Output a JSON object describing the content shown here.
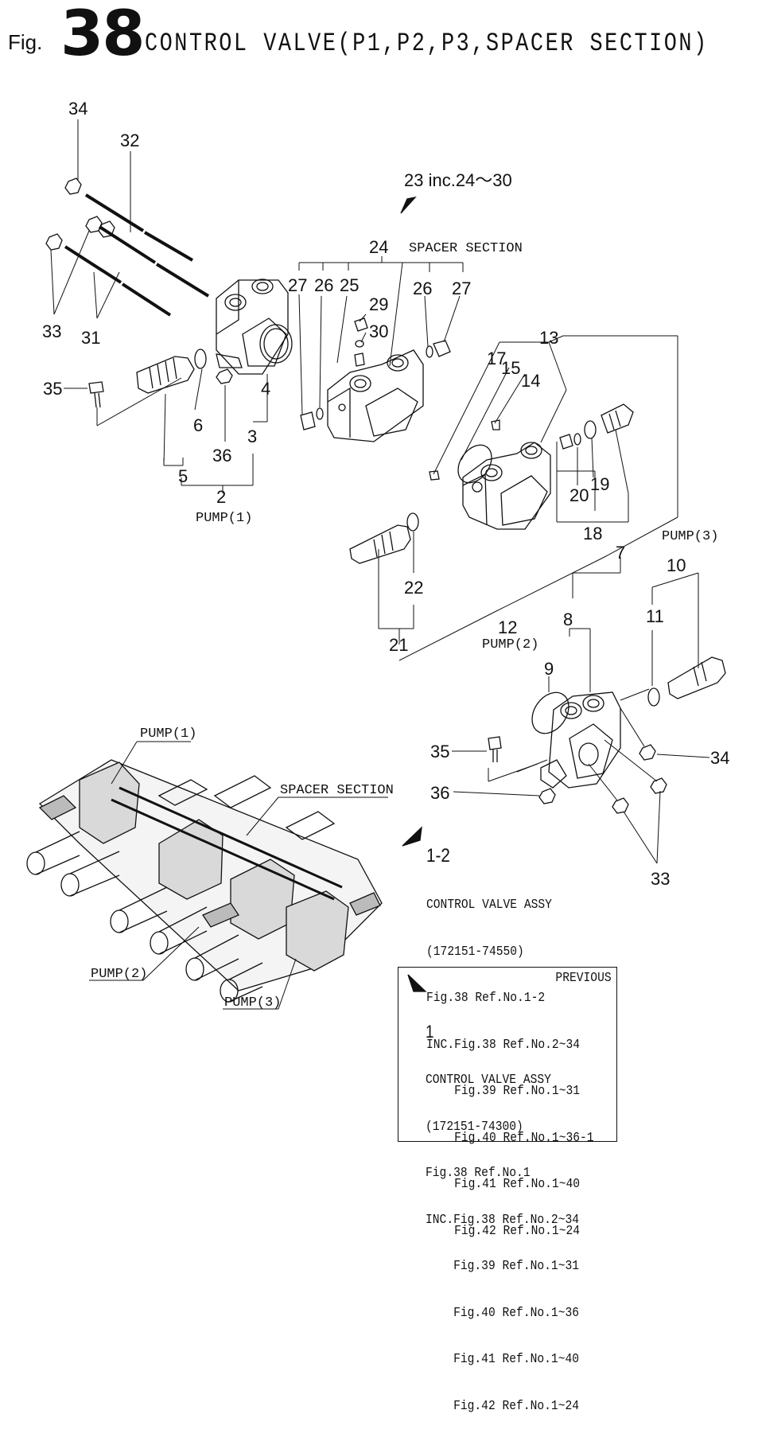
{
  "header": {
    "fig_prefix": "Fig.",
    "fig_number": "38",
    "title": "CONTROL VALVE(P1,P2,P3,SPACER SECTION)"
  },
  "callouts": {
    "n34a": "34",
    "n32": "32",
    "n33a": "33",
    "n31": "31",
    "n35a": "35",
    "n6": "6",
    "n4": "4",
    "n3": "3",
    "n36a": "36",
    "n5": "5",
    "n2": "2",
    "pump1_label": "PUMP(1)",
    "n23": "23 inc.24～30",
    "n24": "24",
    "spacer_section_label": "SPACER SECTION",
    "n27a": "27",
    "n26a": "26",
    "n25": "25",
    "n29": "29",
    "n30": "30",
    "n26b": "26",
    "n27b": "27",
    "n13": "13",
    "n17": "17",
    "n15": "15",
    "n14": "14",
    "n20": "20",
    "n19": "19",
    "n18": "18",
    "pump3_label": "PUMP(3)",
    "n7": "7",
    "n10": "10",
    "n22": "22",
    "n11": "11",
    "n8": "8",
    "n12": "12",
    "pump2_label": "PUMP(2)",
    "n21": "21",
    "n9": "9",
    "n35b": "35",
    "n34b": "34",
    "n36b": "36",
    "n33b": "33"
  },
  "overview": {
    "pump1": "PUMP(1)",
    "spacer": "SPACER SECTION",
    "pump2": "PUMP(2)",
    "pump3": "PUMP(3)"
  },
  "current_assy": {
    "ref": "1-2",
    "name": "CONTROL VALVE ASSY",
    "part_no": "(172151-74550)",
    "fig_ref": "Fig.38 Ref.No.1-2",
    "inc_lines": [
      "INC.Fig.38 Ref.No.2~34",
      "    Fig.39 Ref.No.1~31",
      "    Fig.40 Ref.No.1~36-1",
      "    Fig.41 Ref.No.1~40",
      "    Fig.42 Ref.No.1~24"
    ]
  },
  "previous_assy": {
    "tag": "PREVIOUS",
    "ref": "1",
    "name": "CONTROL VALVE ASSY",
    "part_no": "(172151-74300)",
    "fig_ref": "Fig.38 Ref.No.1",
    "inc_lines": [
      "INC.Fig.38 Ref.No.2~34",
      "    Fig.39 Ref.No.1~31",
      "    Fig.40 Ref.No.1~36",
      "    Fig.41 Ref.No.1~40",
      "    Fig.42 Ref.No.1~24"
    ]
  }
}
